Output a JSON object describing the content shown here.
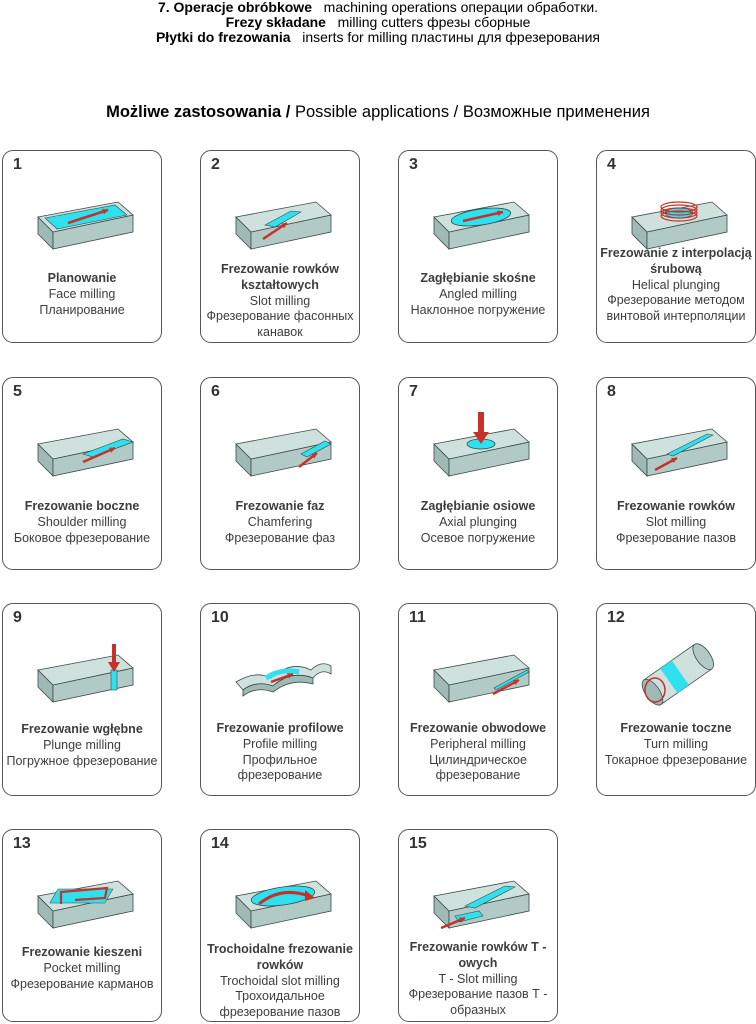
{
  "header": {
    "line1_bold": "7. Operacje obróbkowe",
    "line1_rest": "machining operations  операции обработки.",
    "line2_bold": "Frezy składane",
    "line2_rest": "milling cutters  фрезы сборные",
    "line3_bold": "Płytki do frezowania",
    "line3_rest": "inserts for milling   пластины для фрезерования"
  },
  "section": {
    "title_bold": "Możliwe zastosowania /",
    "title_rest": "Possible applications / Возможные применения"
  },
  "colors": {
    "block": "#c5dad6",
    "highlight": "#2fe0ee",
    "arrow": "#c8302a",
    "border": "#555555"
  },
  "cards": [
    {
      "num": "1",
      "pl": "Planowanie",
      "en": "Face milling",
      "ru": "Планирование",
      "icon": "face-milling-icon"
    },
    {
      "num": "2",
      "pl": "Frezowanie rowków kształtowych",
      "en": "Slot milling",
      "ru": "Фрезерование фасонных канавок",
      "icon": "slot-milling-icon"
    },
    {
      "num": "3",
      "pl": "Zagłębianie skośne",
      "en": "Angled milling",
      "ru": "Наклонное погружение",
      "icon": "angled-milling-icon"
    },
    {
      "num": "4",
      "pl": "Frezowanie z interpolacją śrubową",
      "en": "Helical plunging",
      "ru": "Фрезерование методом винтовой интерполяции",
      "icon": "helical-plunging-icon"
    },
    {
      "num": "5",
      "pl": "Frezowanie boczne",
      "en": "Shoulder milling",
      "ru": "Боковое фрезерование",
      "icon": "shoulder-milling-icon"
    },
    {
      "num": "6",
      "pl": "Frezowanie faz",
      "en": "Chamfering",
      "ru": "Фрезерование фаз",
      "icon": "chamfering-icon"
    },
    {
      "num": "7",
      "pl": "Zagłębianie osiowe",
      "en": "Axial plunging",
      "ru": "Осевое погружение",
      "icon": "axial-plunging-icon"
    },
    {
      "num": "8",
      "pl": "Frezowanie rowków",
      "en": "Slot milling",
      "ru": "Фрезерование пазов",
      "icon": "slot-milling-straight-icon"
    },
    {
      "num": "9",
      "pl": "Frezowanie wgłębne",
      "en": "Plunge milling",
      "ru": "Погружное фрезерование",
      "icon": "plunge-milling-icon"
    },
    {
      "num": "10",
      "pl": "Frezowanie profilowe",
      "en": "Profile milling",
      "ru": "Профильное фрезерование",
      "icon": "profile-milling-icon"
    },
    {
      "num": "11",
      "pl": "Frezowanie obwodowe",
      "en": "Peripheral milling",
      "ru": "Цилиндрическое фрезерование",
      "icon": "peripheral-milling-icon"
    },
    {
      "num": "12",
      "pl": "Frezowanie toczne",
      "en": "Turn milling",
      "ru": "Токарное фрезерование",
      "icon": "turn-milling-icon"
    },
    {
      "num": "13",
      "pl": "Frezowanie kieszeni",
      "en": "Pocket milling",
      "ru": "Фрезерование карманов",
      "icon": "pocket-milling-icon"
    },
    {
      "num": "14",
      "pl": "Trochoidalne frezowanie rowków",
      "en": "Trochoidal slot milling",
      "ru": "Трохоидальное фрезерование пазов",
      "icon": "trochoidal-milling-icon"
    },
    {
      "num": "15",
      "pl": "Frezowanie rowków T - owych",
      "en": "T - Slot milling",
      "ru": "Фрезерование пазов Т - образных",
      "icon": "t-slot-milling-icon"
    }
  ]
}
